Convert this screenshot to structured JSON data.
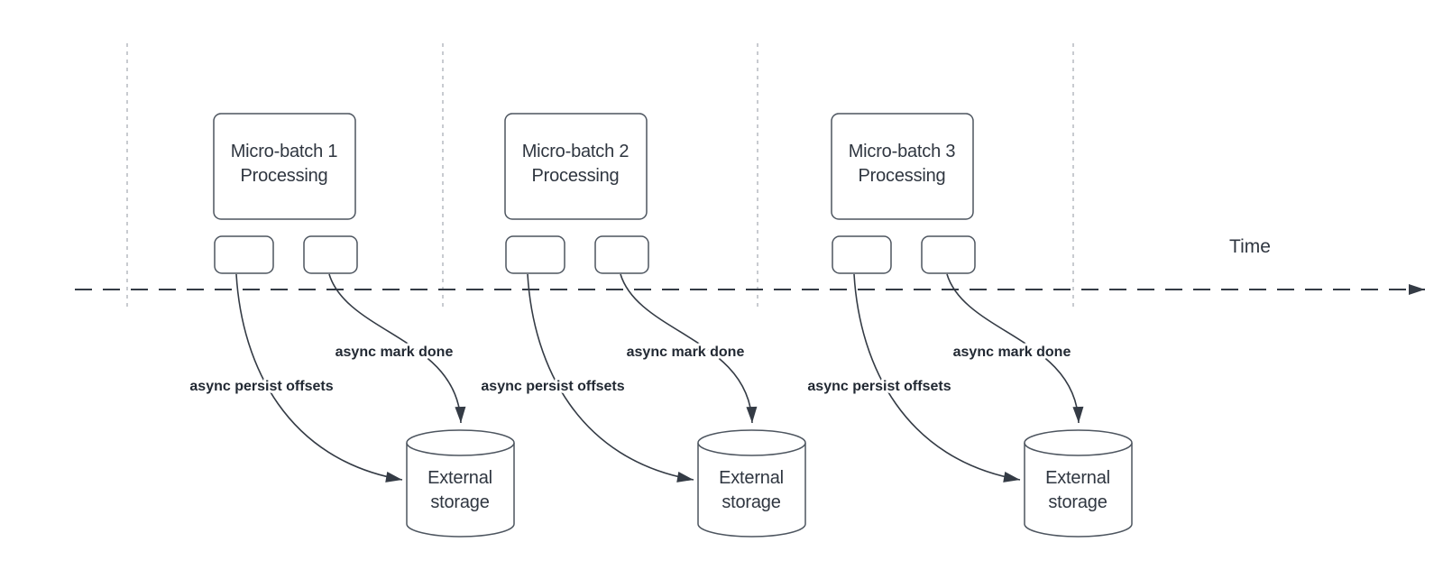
{
  "diagram": {
    "time_label": "Time",
    "groups": [
      {
        "title_line1": "Micro-batch 1",
        "title_line2": "Processing",
        "persist_label": "async persist offsets",
        "done_label": "async mark done",
        "storage_line1": "External",
        "storage_line2": "storage"
      },
      {
        "title_line1": "Micro-batch 2",
        "title_line2": "Processing",
        "persist_label": "async persist offsets",
        "done_label": "async mark done",
        "storage_line1": "External",
        "storage_line2": "storage"
      },
      {
        "title_line1": "Micro-batch 3",
        "title_line2": "Processing",
        "persist_label": "async persist offsets",
        "done_label": "async mark done",
        "storage_line1": "External",
        "storage_line2": "storage"
      }
    ],
    "colors": {
      "shape-stroke": "#4d555f",
      "line": "#343b45",
      "text": "#2f3640",
      "label": "#222933",
      "gridline": "#b5bac0",
      "background": "#ffffff"
    }
  }
}
